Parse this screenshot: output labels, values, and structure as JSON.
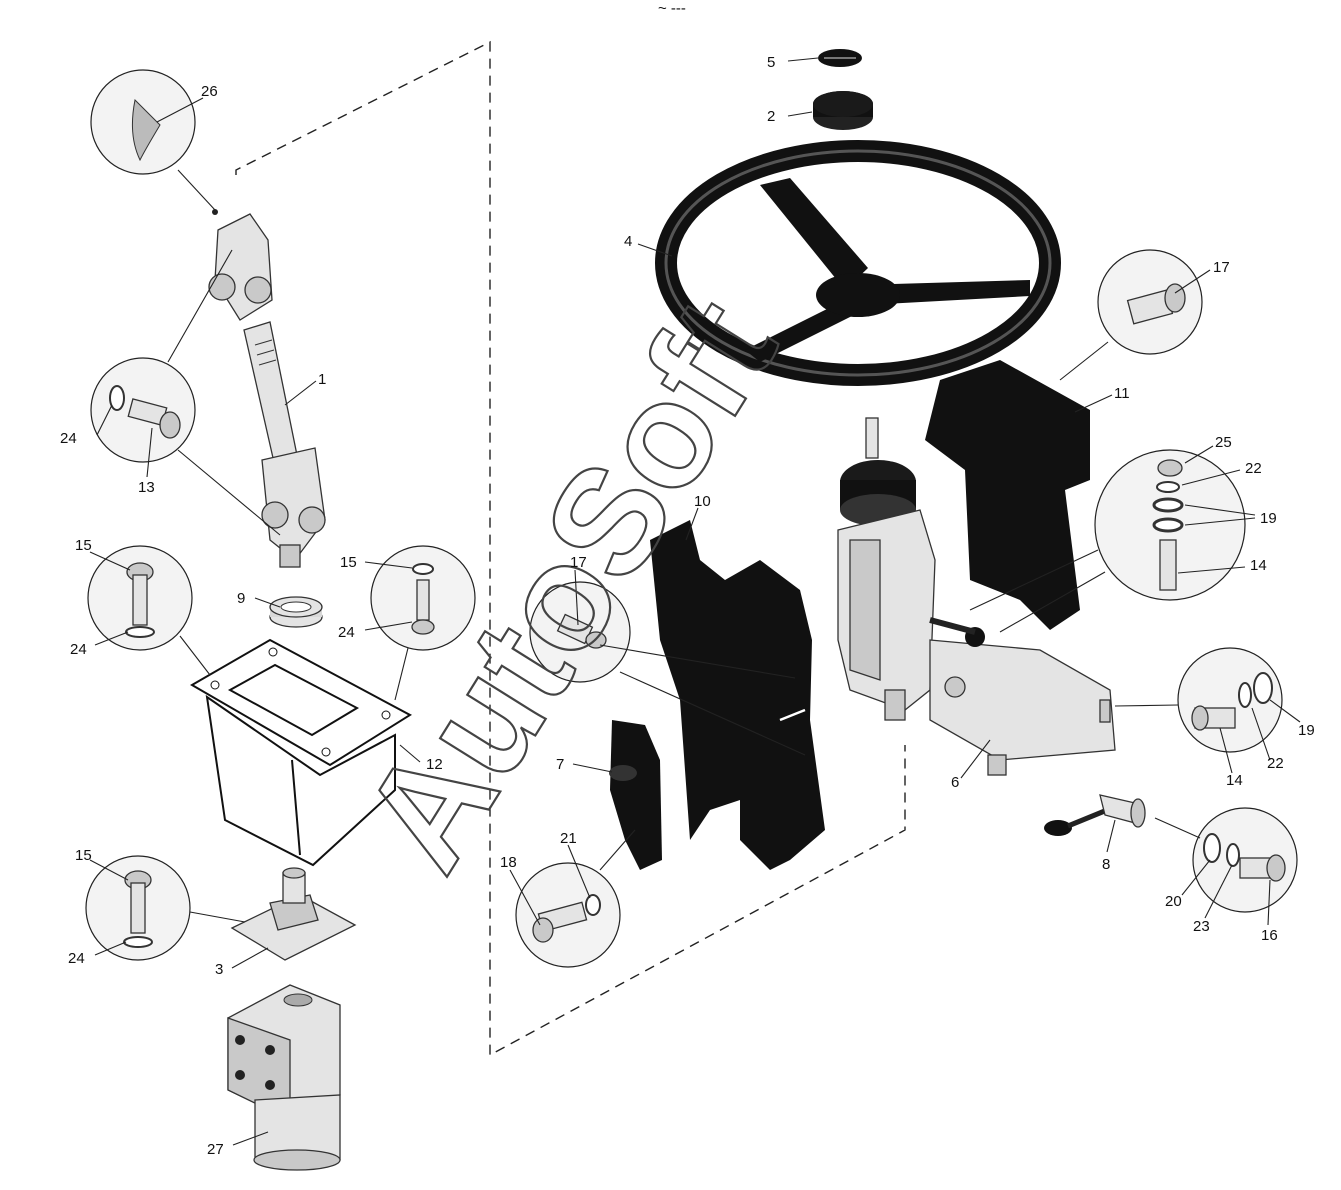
{
  "diagram": {
    "header_mark": "~ ---",
    "watermark": "AutoSoft",
    "callouts": {
      "c1": "1",
      "c2": "2",
      "c3": "3",
      "c4": "4",
      "c5": "5",
      "c6": "6",
      "c7": "7",
      "c8": "8",
      "c9": "9",
      "c10": "10",
      "c11": "11",
      "c12": "12",
      "c13": "13",
      "c14a": "14",
      "c14b": "14",
      "c15a": "15",
      "c15b": "15",
      "c15c": "15",
      "c16": "16",
      "c17a": "17",
      "c17b": "17",
      "c18": "18",
      "c19a": "19",
      "c19b": "19",
      "c20": "20",
      "c21": "21",
      "c22a": "22",
      "c22b": "22",
      "c23": "23",
      "c24a": "24",
      "c24b": "24",
      "c24c": "24",
      "c24d": "24",
      "c25": "25",
      "c26": "26",
      "c27": "27"
    }
  }
}
